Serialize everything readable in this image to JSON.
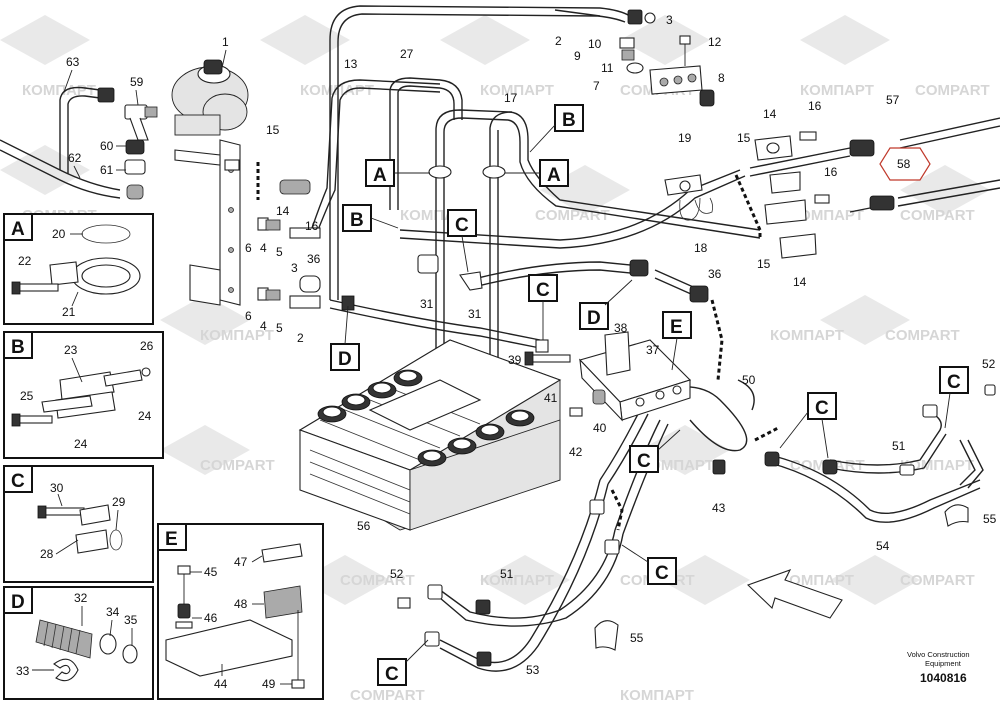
{
  "watermark": {
    "latin": "COMPART",
    "cyrillic": "КОМПАРТ"
  },
  "footer": {
    "company": "Volvo Construction",
    "company_line2": "Equipment",
    "drawing_number": "1040816"
  },
  "callout_letters": [
    "A",
    "B",
    "C",
    "D",
    "E"
  ],
  "detail_panels": {
    "A": {
      "letter": "A",
      "items": [
        "20",
        "22",
        "21"
      ]
    },
    "B": {
      "letter": "B",
      "items": [
        "23",
        "26",
        "25",
        "24",
        "24"
      ]
    },
    "C": {
      "letter": "C",
      "items": [
        "30",
        "29",
        "28"
      ]
    },
    "D": {
      "letter": "D",
      "items": [
        "32",
        "34",
        "35",
        "33"
      ]
    },
    "E": {
      "letter": "E",
      "items": [
        "47",
        "45",
        "48",
        "46",
        "44",
        "49"
      ]
    }
  },
  "part_numbers": {
    "n1": "1",
    "n2a": "2",
    "n2b": "2",
    "n3a": "3",
    "n3b": "3",
    "n4a": "4",
    "n4b": "4",
    "n5a": "5",
    "n5b": "5",
    "n6a": "6",
    "n6b": "6",
    "n7": "7",
    "n8": "8",
    "n9": "9",
    "n10": "10",
    "n11": "11",
    "n12": "12",
    "n13": "13",
    "n14a": "14",
    "n14b": "14",
    "n14c": "14",
    "n15a": "15",
    "n15b": "15",
    "n15c": "15",
    "n16a": "16",
    "n16b": "16",
    "n16c": "16",
    "n17": "17",
    "n18": "18",
    "n19": "19",
    "n27": "27",
    "n31a": "31",
    "n31b": "31",
    "n36a": "36",
    "n36b": "36",
    "n37": "37",
    "n38": "38",
    "n39": "39",
    "n40": "40",
    "n41": "41",
    "n42": "42",
    "n43": "43",
    "n50": "50",
    "n51a": "51",
    "n51b": "51",
    "n52a": "52",
    "n52b": "52",
    "n53": "53",
    "n54": "54",
    "n55a": "55",
    "n55b": "55",
    "n56": "56",
    "n57": "57",
    "n58": "58",
    "n59": "59",
    "n60": "60",
    "n61": "61",
    "n62": "62",
    "n63": "63"
  }
}
